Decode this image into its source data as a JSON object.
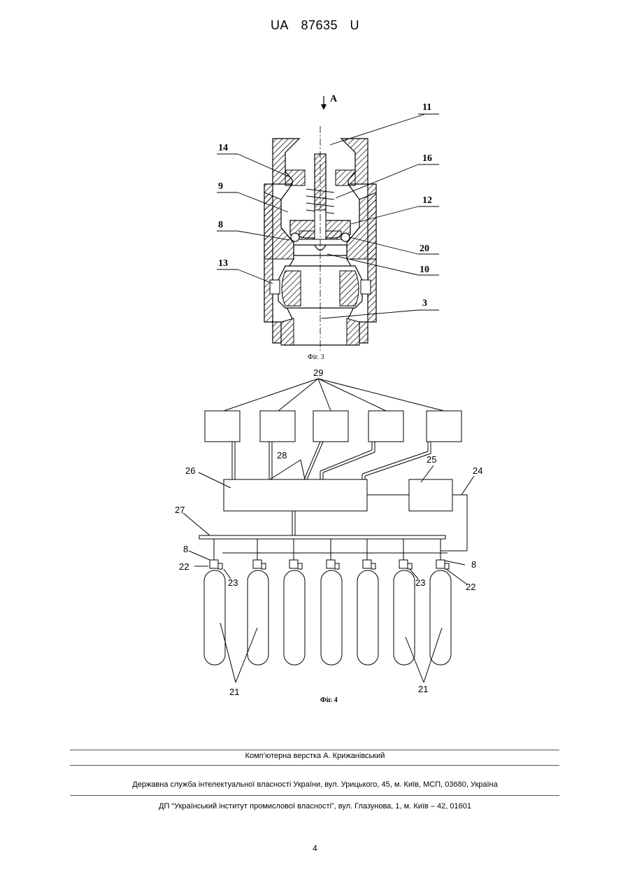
{
  "header": {
    "office_code": "UA",
    "patent_number": "87635",
    "kind": "U"
  },
  "fig3": {
    "caption": "Фіг. 3",
    "view_marker": "A",
    "labels": [
      "11",
      "14",
      "16",
      "9",
      "12",
      "8",
      "20",
      "10",
      "13",
      "3"
    ]
  },
  "fig4": {
    "caption": "Фіг. 4",
    "labels": [
      "29",
      "28",
      "26",
      "25",
      "24",
      "27",
      "8",
      "8",
      "22",
      "22",
      "23",
      "23",
      "21",
      "21"
    ]
  },
  "footer": {
    "layout_credit": "Комп’ютерна верстка А. Крижанівський",
    "agency": "Державна служба інтелектуальної власності України, вул. Урицького, 45, м. Київ, МСП, 03680, Україна",
    "institute": "ДП “Український інститут промислової власності”, вул. Глазунова, 1, м. Київ – 42, 01601"
  },
  "page_number": "4"
}
